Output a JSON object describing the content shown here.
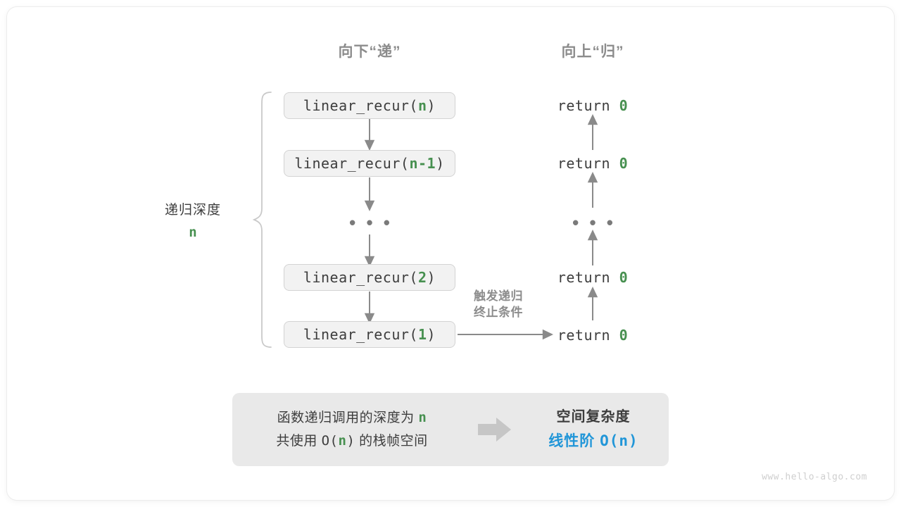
{
  "headers": {
    "down": "向下“递”",
    "up": "向上“归”"
  },
  "depth": {
    "label": "递归深度",
    "value": "n"
  },
  "calls": [
    {
      "name": "linear_recur(",
      "arg": "n",
      "close": ")"
    },
    {
      "name": "linear_recur(",
      "arg": "n-1",
      "close": ")"
    },
    {
      "name": "linear_recur(",
      "arg": "2",
      "close": ")"
    },
    {
      "name": "linear_recur(",
      "arg": "1",
      "close": ")"
    }
  ],
  "ellipsis_left": "• • •",
  "ellipsis_right": "• • •",
  "returns": [
    {
      "keyword": "return ",
      "value": "0"
    },
    {
      "keyword": "return ",
      "value": "0"
    },
    {
      "keyword": "return ",
      "value": "0"
    },
    {
      "keyword": "return ",
      "value": "0"
    }
  ],
  "trigger_note": {
    "line1": "触发递归",
    "line2": "终止条件"
  },
  "summary": {
    "left_line1_pre": "函数递归调用的深度为 ",
    "left_line1_var": "n",
    "left_line2_pre": "共使用 ",
    "left_line2_big_o_open": "O(",
    "left_line2_var": "n",
    "left_line2_big_o_close": ")",
    "left_line2_post": " 的栈帧空间",
    "right_title": "空间复杂度",
    "right_value_text": "线性阶 ",
    "right_value_mono": "O(n)"
  },
  "watermark": "www.hello-algo.com",
  "colors": {
    "green": "#479050",
    "blue": "#2196d8",
    "gray_text": "#3d3d3d",
    "gray_muted": "#8c8c8c",
    "box_fill": "#f2f2f2",
    "box_border": "#d3d3d3",
    "panel_fill": "#e9e9e9",
    "arrow": "#888888"
  }
}
